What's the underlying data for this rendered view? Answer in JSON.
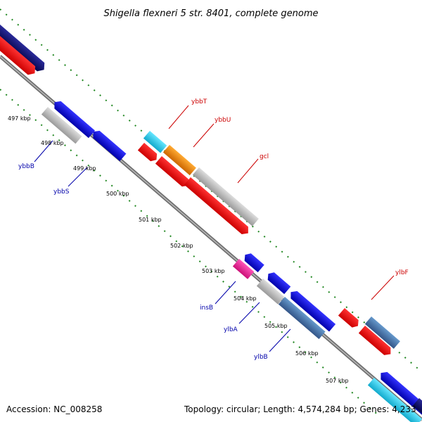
{
  "title": "Shigella flexneri 5 str. 8401, complete genome",
  "footer": {
    "accession": "Accession: NC_008258",
    "summary": "Topology: circular; Length: 4,574,284 bp; Genes: 4,233"
  },
  "kbp_labels": [
    "497 kbp",
    "498 kbp",
    "499 kbp",
    "500 kbp",
    "501 kbp",
    "502 kbp",
    "503 kbp",
    "504 kbp",
    "505 kbp",
    "506 kbp",
    "507 kbp"
  ],
  "gene_labels": {
    "ybbT": "ybbT",
    "ybbU": "ybbU",
    "gcl": "gcl",
    "ylbF": "ylbF",
    "ybbB": "ybbB",
    "ybbS": "ybbS",
    "insB": "insB",
    "ylbA": "ylbA",
    "ylbB": "ylbB"
  },
  "colors": {
    "forward_label": "#cc0000",
    "reverse_label": "#0000aa",
    "backbone": "#808080",
    "tick": "#228822",
    "navy": "#0a0a6e",
    "red": "#ee0000",
    "blue": "#0000dd",
    "gray": "#bbbbbb",
    "cyan": "#22ccee",
    "orange": "#ee8800",
    "steel": "#4477aa",
    "magenta": "#ee2299"
  }
}
